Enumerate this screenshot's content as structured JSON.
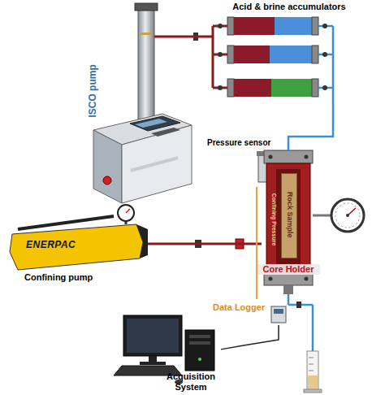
{
  "diagram": {
    "nodes": [
      {
        "text": [
          "ISCO pump"
        ]
      },
      {
        "text": [
          "Acid & brine accumulators"
        ]
      },
      {
        "text": [
          "Pressure sensor"
        ]
      },
      {
        "text": [
          "ENERPAC",
          "Confining pump"
        ]
      },
      {
        "text": [
          "Core Holder"
        ]
      },
      {
        "text": [
          "Rock Sample"
        ],
        "in": 4
      },
      {
        "text": [
          "Data Logger"
        ]
      },
      {
        "text": [
          "Acquisition System"
        ]
      }
    ],
    "edges": [
      {
        "from": 0,
        "to": 1,
        "arrow": "none"
      },
      {
        "from": 1,
        "to": 4,
        "arrow": "none"
      },
      {
        "from": 3,
        "to": 4,
        "arrow": "none"
      },
      {
        "from": 2,
        "to": 6,
        "arrow": "none"
      },
      {
        "from": 6,
        "to": 7,
        "arrow": "none"
      }
    ],
    "labels": [
      "Confining Pressure"
    ]
  }
}
